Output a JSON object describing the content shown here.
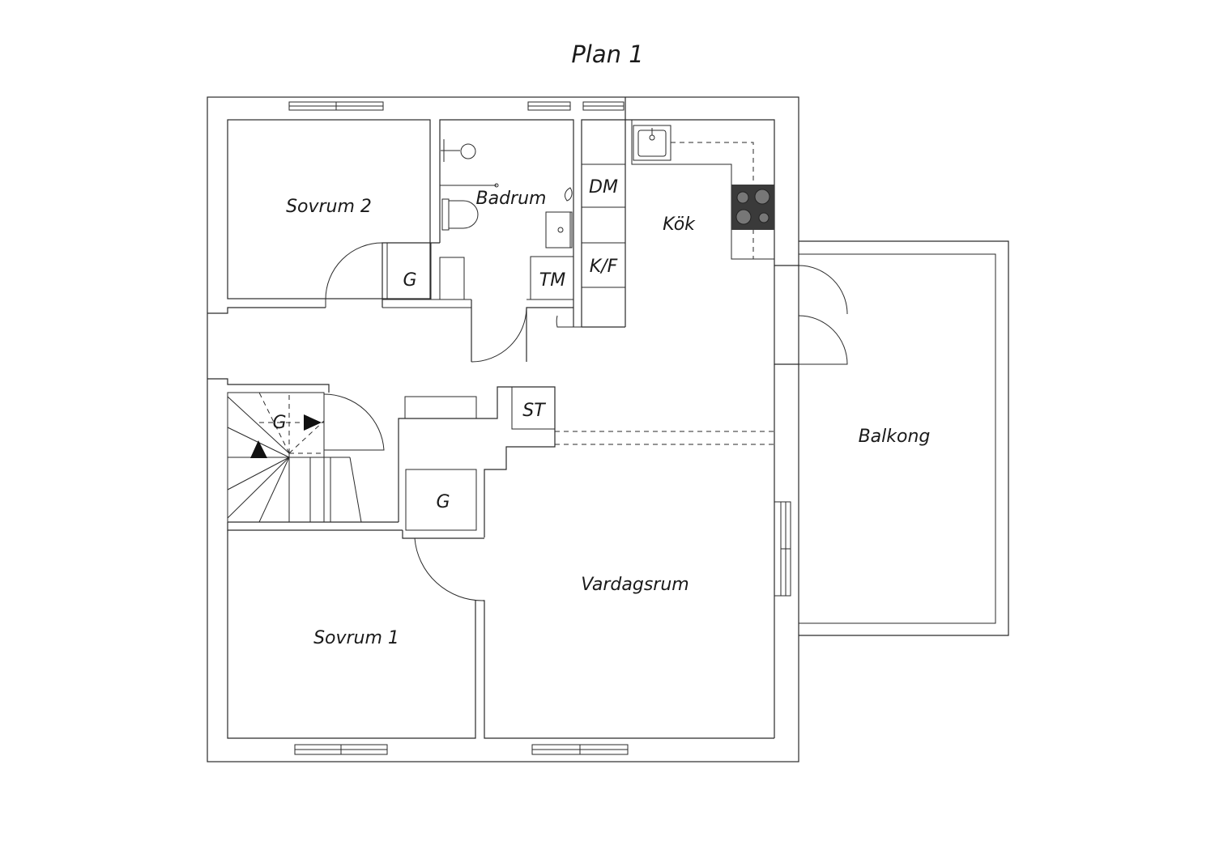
{
  "plan": {
    "title": "Plan 1",
    "rooms": {
      "sovrum2": "Sovrum 2",
      "badrum": "Badrum",
      "kok": "Kök",
      "balkong": "Balkong",
      "vardagsrum": "Vardagsrum",
      "sovrum1": "Sovrum 1"
    },
    "fixtures": {
      "dm": "DM",
      "kf": "K/F",
      "tm": "TM",
      "st": "ST",
      "g_hall": "G",
      "g_stair": "G",
      "g_lower": "G"
    }
  },
  "colors": {
    "line": "#2a2a2a",
    "hob": "#3a3a3a",
    "background": "#ffffff"
  }
}
